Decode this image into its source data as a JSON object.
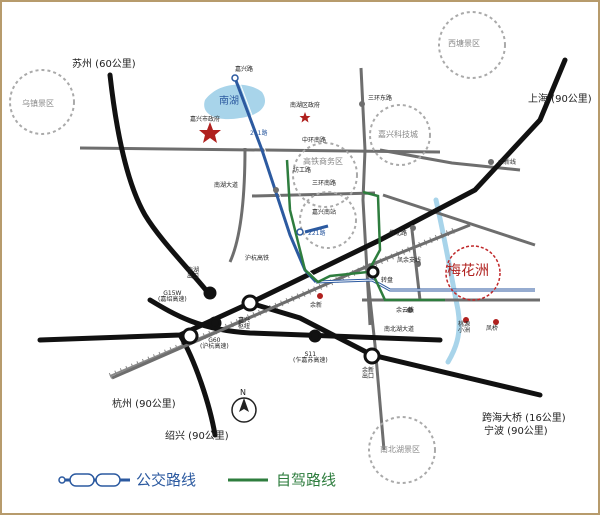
{
  "roads": {
    "suzhou": "苏州 (60公里)",
    "shanghai": "上海 (90公里)",
    "hangzhou": "杭州 (90公里)",
    "shaoxing": "绍兴 (90公里)",
    "kuahai": "跨海大桥 (16公里)",
    "ningbo": "宁波 (90公里)"
  },
  "scenic": {
    "wuzhen": "乌镇景区",
    "xitang": "西塘景区",
    "nanbeihu": "南北湖景区",
    "kejicheng": "嘉兴科技城",
    "gaotie": "高铁商务区",
    "nanhu": "南湖",
    "meihuazhou": "梅花洲"
  },
  "places": {
    "jiaxing_gov": "嘉兴市政府",
    "nanhu_gov": "南湖区政府",
    "jiaxing_south": "嘉兴南站",
    "yuxin": "余新",
    "taoyuan": "桃源\n小洲",
    "fengqiao": "凤桥"
  },
  "streets": {
    "jiaxinglu": "嘉兴路",
    "zhonghuannanlu": "中环南路",
    "sanhuandonglu": "三环东路",
    "yuxinxian": "余新线",
    "nanhudadao": "南湖大道",
    "fanggonglu": "纺工路",
    "sanhuannanlu": "三环南路",
    "huhanggaotie": "沪杭高铁",
    "jiuzelu": "槜北路",
    "fengyuzhixian": "凤余支线",
    "zhuanpan": "转盘",
    "yuyunxian": "余云线",
    "nanbeihudadao": "南北湖大道"
  },
  "junctions": {
    "nanhu_exit": "南湖\n出口",
    "g15w": "G15W\n(嘉绍高速)",
    "jiaxing_hub": "嘉兴\n枢纽",
    "g60": "G60\n(沪杭高速)",
    "s11": "S11\n(乍嘉苏高速)",
    "yuxin_exit": "余新\n出口"
  },
  "bus": {
    "route_1": "211路",
    "route_2": "221路"
  },
  "north": "N",
  "legend": {
    "bus_label": "公交路线",
    "drive_label": "自驾路线"
  },
  "colors": {
    "highway": "#111111",
    "road": "#6e6e6e",
    "bus": "#2c5aa0",
    "drive": "#2e7d3e",
    "water": "#a8d4ea",
    "label_red": "#b0201e",
    "scenic_red": "#c0282a",
    "frame": "#b79b6c"
  }
}
